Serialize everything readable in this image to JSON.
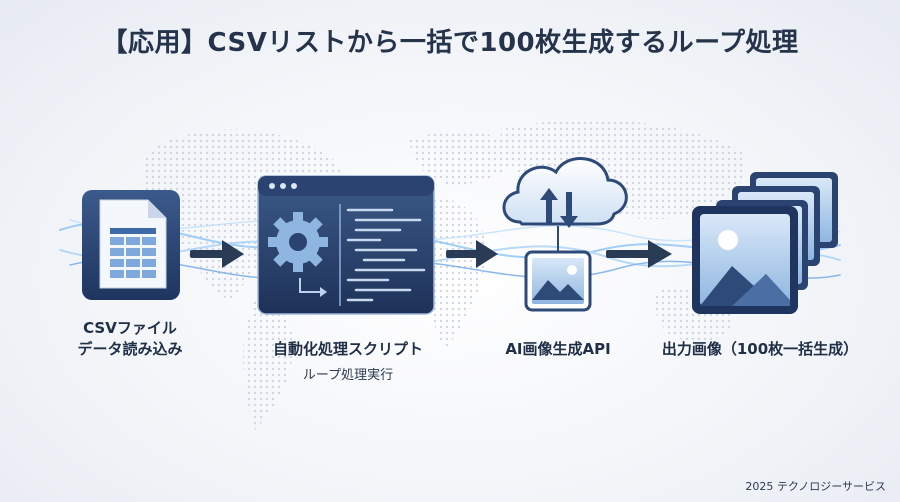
{
  "title": "【応用】CSVリストから一括で100枚生成するループ処理",
  "steps": [
    {
      "label_line1": "CSVファイル",
      "label_line2": "データ読み込み",
      "icon": "csv-file-icon"
    },
    {
      "label": "自動化処理スクリプト",
      "sublabel": "ループ処理実行",
      "icon": "script-window-icon"
    },
    {
      "label": "AI画像生成API",
      "icon": "cloud-api-icon"
    },
    {
      "label": "出力画像（100枚一括生成）",
      "icon": "stacked-images-icon"
    }
  ],
  "footer": "2025 テクノロジーサービス",
  "colors": {
    "primary": "#2d4a78",
    "accent": "#6fa8e8",
    "arrow": "#2a3b55",
    "wave": "#8cc4f5"
  }
}
